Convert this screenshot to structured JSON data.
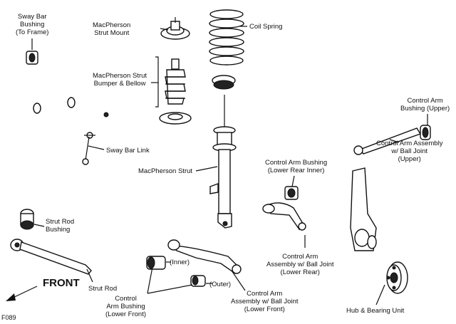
{
  "figure_id": "F089",
  "direction_label": "FRONT",
  "labels": {
    "sway_bar_bushing": [
      "Sway Bar",
      "Bushing",
      "(To Frame)"
    ],
    "strut_mount": [
      "MacPherson",
      "Strut Mount"
    ],
    "coil_spring": "Coil Spring",
    "bumper_bellow": [
      "MacPherson Strut",
      "Bumper & Bellow"
    ],
    "sway_bar_link": "Sway Bar Link",
    "macpherson_strut": "MacPherson Strut",
    "ca_bushing_upper": [
      "Control Arm",
      "Bushing (Upper)"
    ],
    "ca_assembly_upper": [
      "Control Arm Assembly",
      "w/ Ball Joint",
      "(Upper)"
    ],
    "ca_bushing_lower_rear": [
      "Control Arm Bushing",
      "(Lower Rear Inner)"
    ],
    "strut_rod_bushing": [
      "Strut Rod",
      "Bushing"
    ],
    "strut_rod": "Strut Rod",
    "inner": "(Inner)",
    "outer": "(Outer)",
    "ca_assembly_lower_rear": [
      "Control Arm",
      "Assembly w/ Ball Joint",
      "(Lower Rear)"
    ],
    "ca_bushing_lower_front": [
      "Control",
      "Arm Bushing",
      "(Lower Front)"
    ],
    "ca_assembly_lower_front": [
      "Control Arm",
      "Assembly w/ Ball Joint",
      "(Lower Front)"
    ],
    "hub_bearing": "Hub & Bearing Unit"
  }
}
